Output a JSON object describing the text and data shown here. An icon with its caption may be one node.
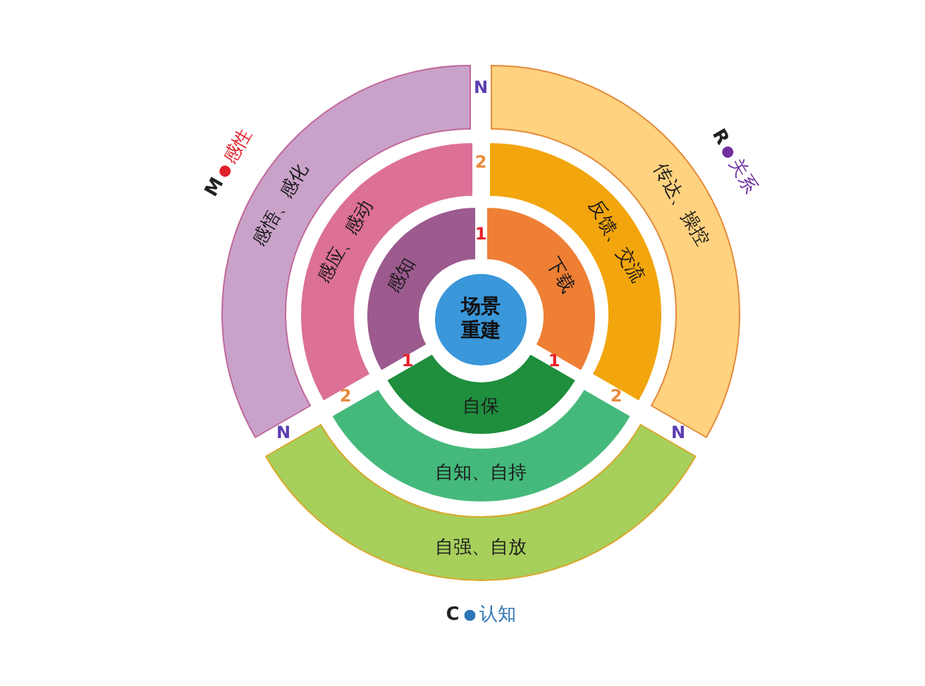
{
  "diagram": {
    "nodes": [
      {
        "text": [
          "场景重建"
        ]
      },
      {
        "text": [
          "感知"
        ]
      },
      {
        "text": [
          "感应、感动"
        ]
      },
      {
        "text": [
          "感悟、感化"
        ]
      },
      {
        "text": [
          "下载"
        ]
      },
      {
        "text": [
          "反馈、交流"
        ]
      },
      {
        "text": [
          "传达、操控"
        ]
      },
      {
        "text": [
          "自保"
        ]
      },
      {
        "text": [
          "自知、自持"
        ]
      },
      {
        "text": [
          "自强、自放"
        ]
      }
    ],
    "labels": [
      "M",
      "感性",
      "N",
      "R",
      "关系",
      "2",
      "1",
      "1",
      "1",
      "2",
      "2",
      "N",
      "N",
      "C",
      "认知"
    ]
  }
}
